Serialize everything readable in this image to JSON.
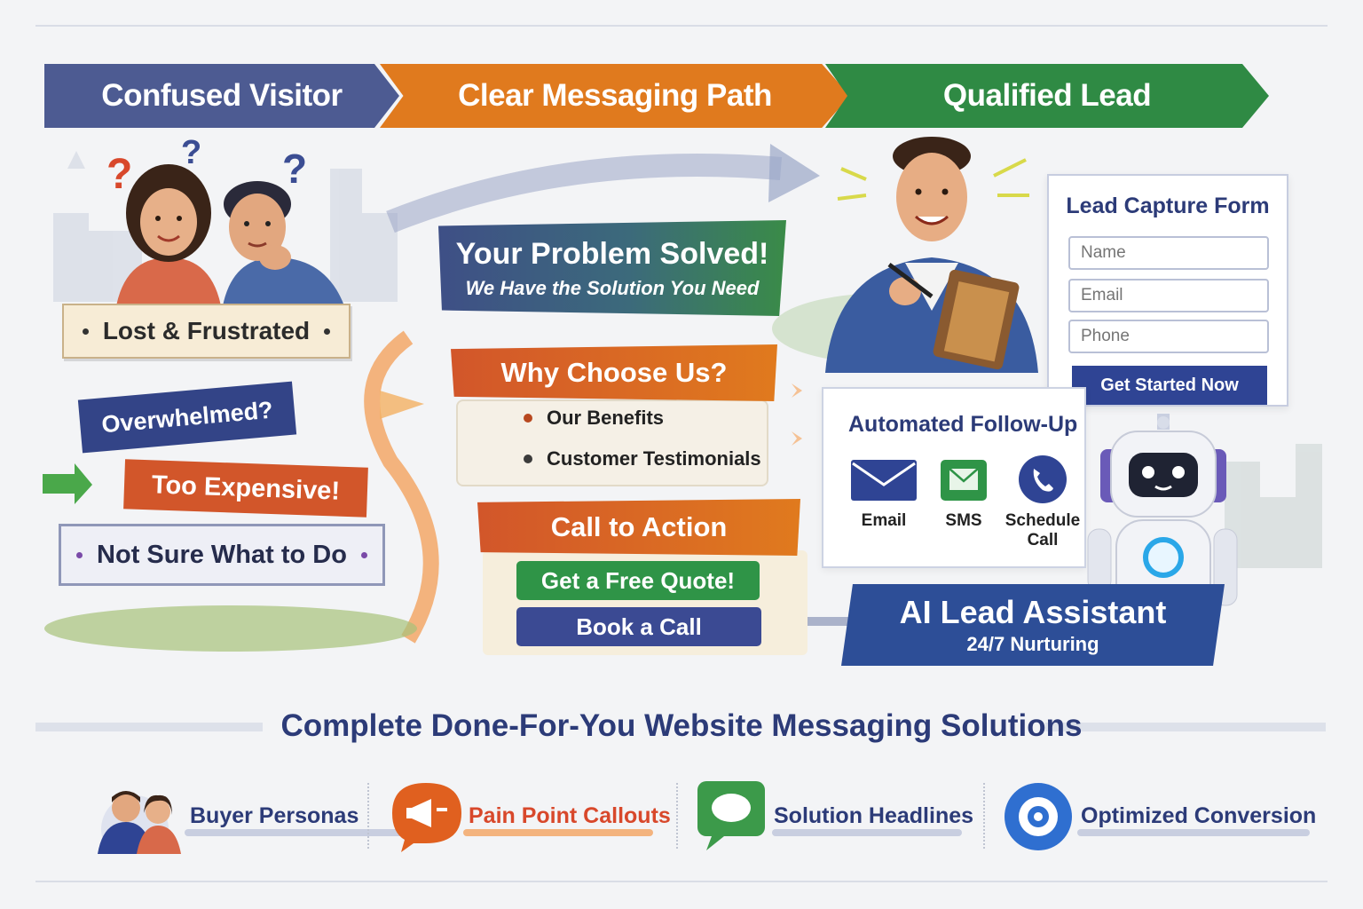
{
  "stages": {
    "confused": "Confused Visitor",
    "path": "Clear Messaging Path",
    "qualified": "Qualified Lead"
  },
  "pain_points": {
    "lost": "Lost & Frustrated",
    "overwhelmed": "Overwhelmed?",
    "expensive": "Too Expensive!",
    "not_sure": "Not Sure What to Do"
  },
  "messaging": {
    "headline": "Your Problem Solved!",
    "subheadline": "We Have the Solution You Need",
    "why_title": "Why Choose Us?",
    "why_items": [
      "Our Benefits",
      "Customer Testimonials"
    ],
    "cta_title": "Call to Action",
    "cta_quote": "Get a Free Quote!",
    "cta_call": "Book a Call"
  },
  "lead_form": {
    "title": "Lead Capture Form",
    "name_placeholder": "Name",
    "email_placeholder": "Email",
    "phone_placeholder": "Phone",
    "submit": "Get Started Now"
  },
  "follow_up": {
    "title": "Automated Follow-Up",
    "email": "Email",
    "sms": "SMS",
    "schedule": "Schedule",
    "call": "Call"
  },
  "ai_assistant": {
    "title": "AI Lead Assistant",
    "subtitle": "24/7 Nurturing"
  },
  "solutions": {
    "headline": "Complete Done-For-You Website Messaging Solutions",
    "items": [
      "Buyer Personas",
      "Pain Point Callouts",
      "Solution Headlines",
      "Optimized Conversion"
    ]
  },
  "colors": {
    "navy": "#2c3b78",
    "orange": "#e07a1e",
    "green": "#2f8a44",
    "red_orange": "#d2562a",
    "slate": "#4d5b92"
  }
}
